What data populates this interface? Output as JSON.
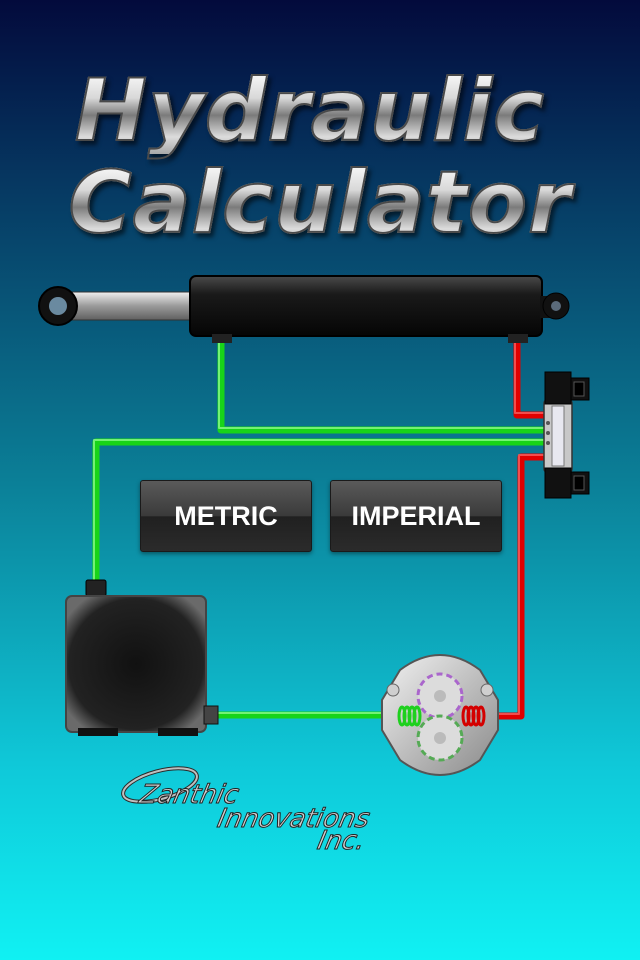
{
  "app": {
    "title_line1": "Hydraulic",
    "title_line2": "Calculator"
  },
  "buttons": {
    "metric_label": "METRIC",
    "imperial_label": "IMPERIAL"
  },
  "logo": {
    "word1": "Zanthic",
    "word2": "Innovations",
    "word3": "Inc."
  },
  "colors": {
    "pressure_line": "#e00000",
    "return_line": "#1ee61e",
    "component_body": "#1a1a1a"
  }
}
